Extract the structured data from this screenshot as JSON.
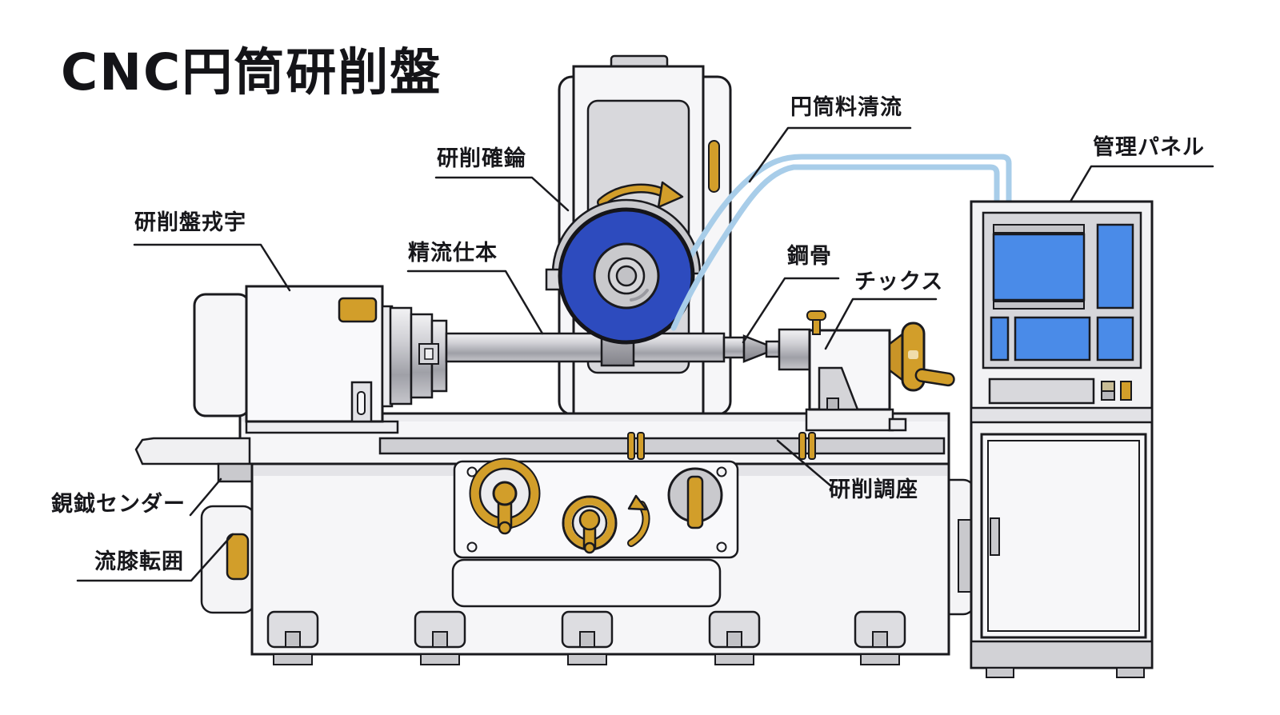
{
  "title": "CNC円筒研削盤",
  "labels": [
    {
      "id": "coolant-supply",
      "text": "円筒料清流"
    },
    {
      "id": "control-panel",
      "text": "管理パネル"
    },
    {
      "id": "grinding-wheel",
      "text": "研削確錀"
    },
    {
      "id": "wheel-head",
      "text": "研削盤戎宇"
    },
    {
      "id": "workpiece",
      "text": "精流仕本"
    },
    {
      "id": "steady-rest",
      "text": "鋼骨"
    },
    {
      "id": "chuck",
      "text": "チックス"
    },
    {
      "id": "table-adjust",
      "text": "研削調座"
    },
    {
      "id": "tail-center",
      "text": "鋧鉞センダー"
    },
    {
      "id": "lubrication",
      "text": "流膝転囲"
    }
  ],
  "colors": {
    "outline": "#1a1a1e",
    "machine_body": "#f6f6f8",
    "panel_gray": "#d8d8dc",
    "accent_gold": "#d29e2a",
    "wheel_blue": "#2d4bbe",
    "screen_blue": "#4a8be8",
    "tube_blue": "#a8cde9"
  }
}
